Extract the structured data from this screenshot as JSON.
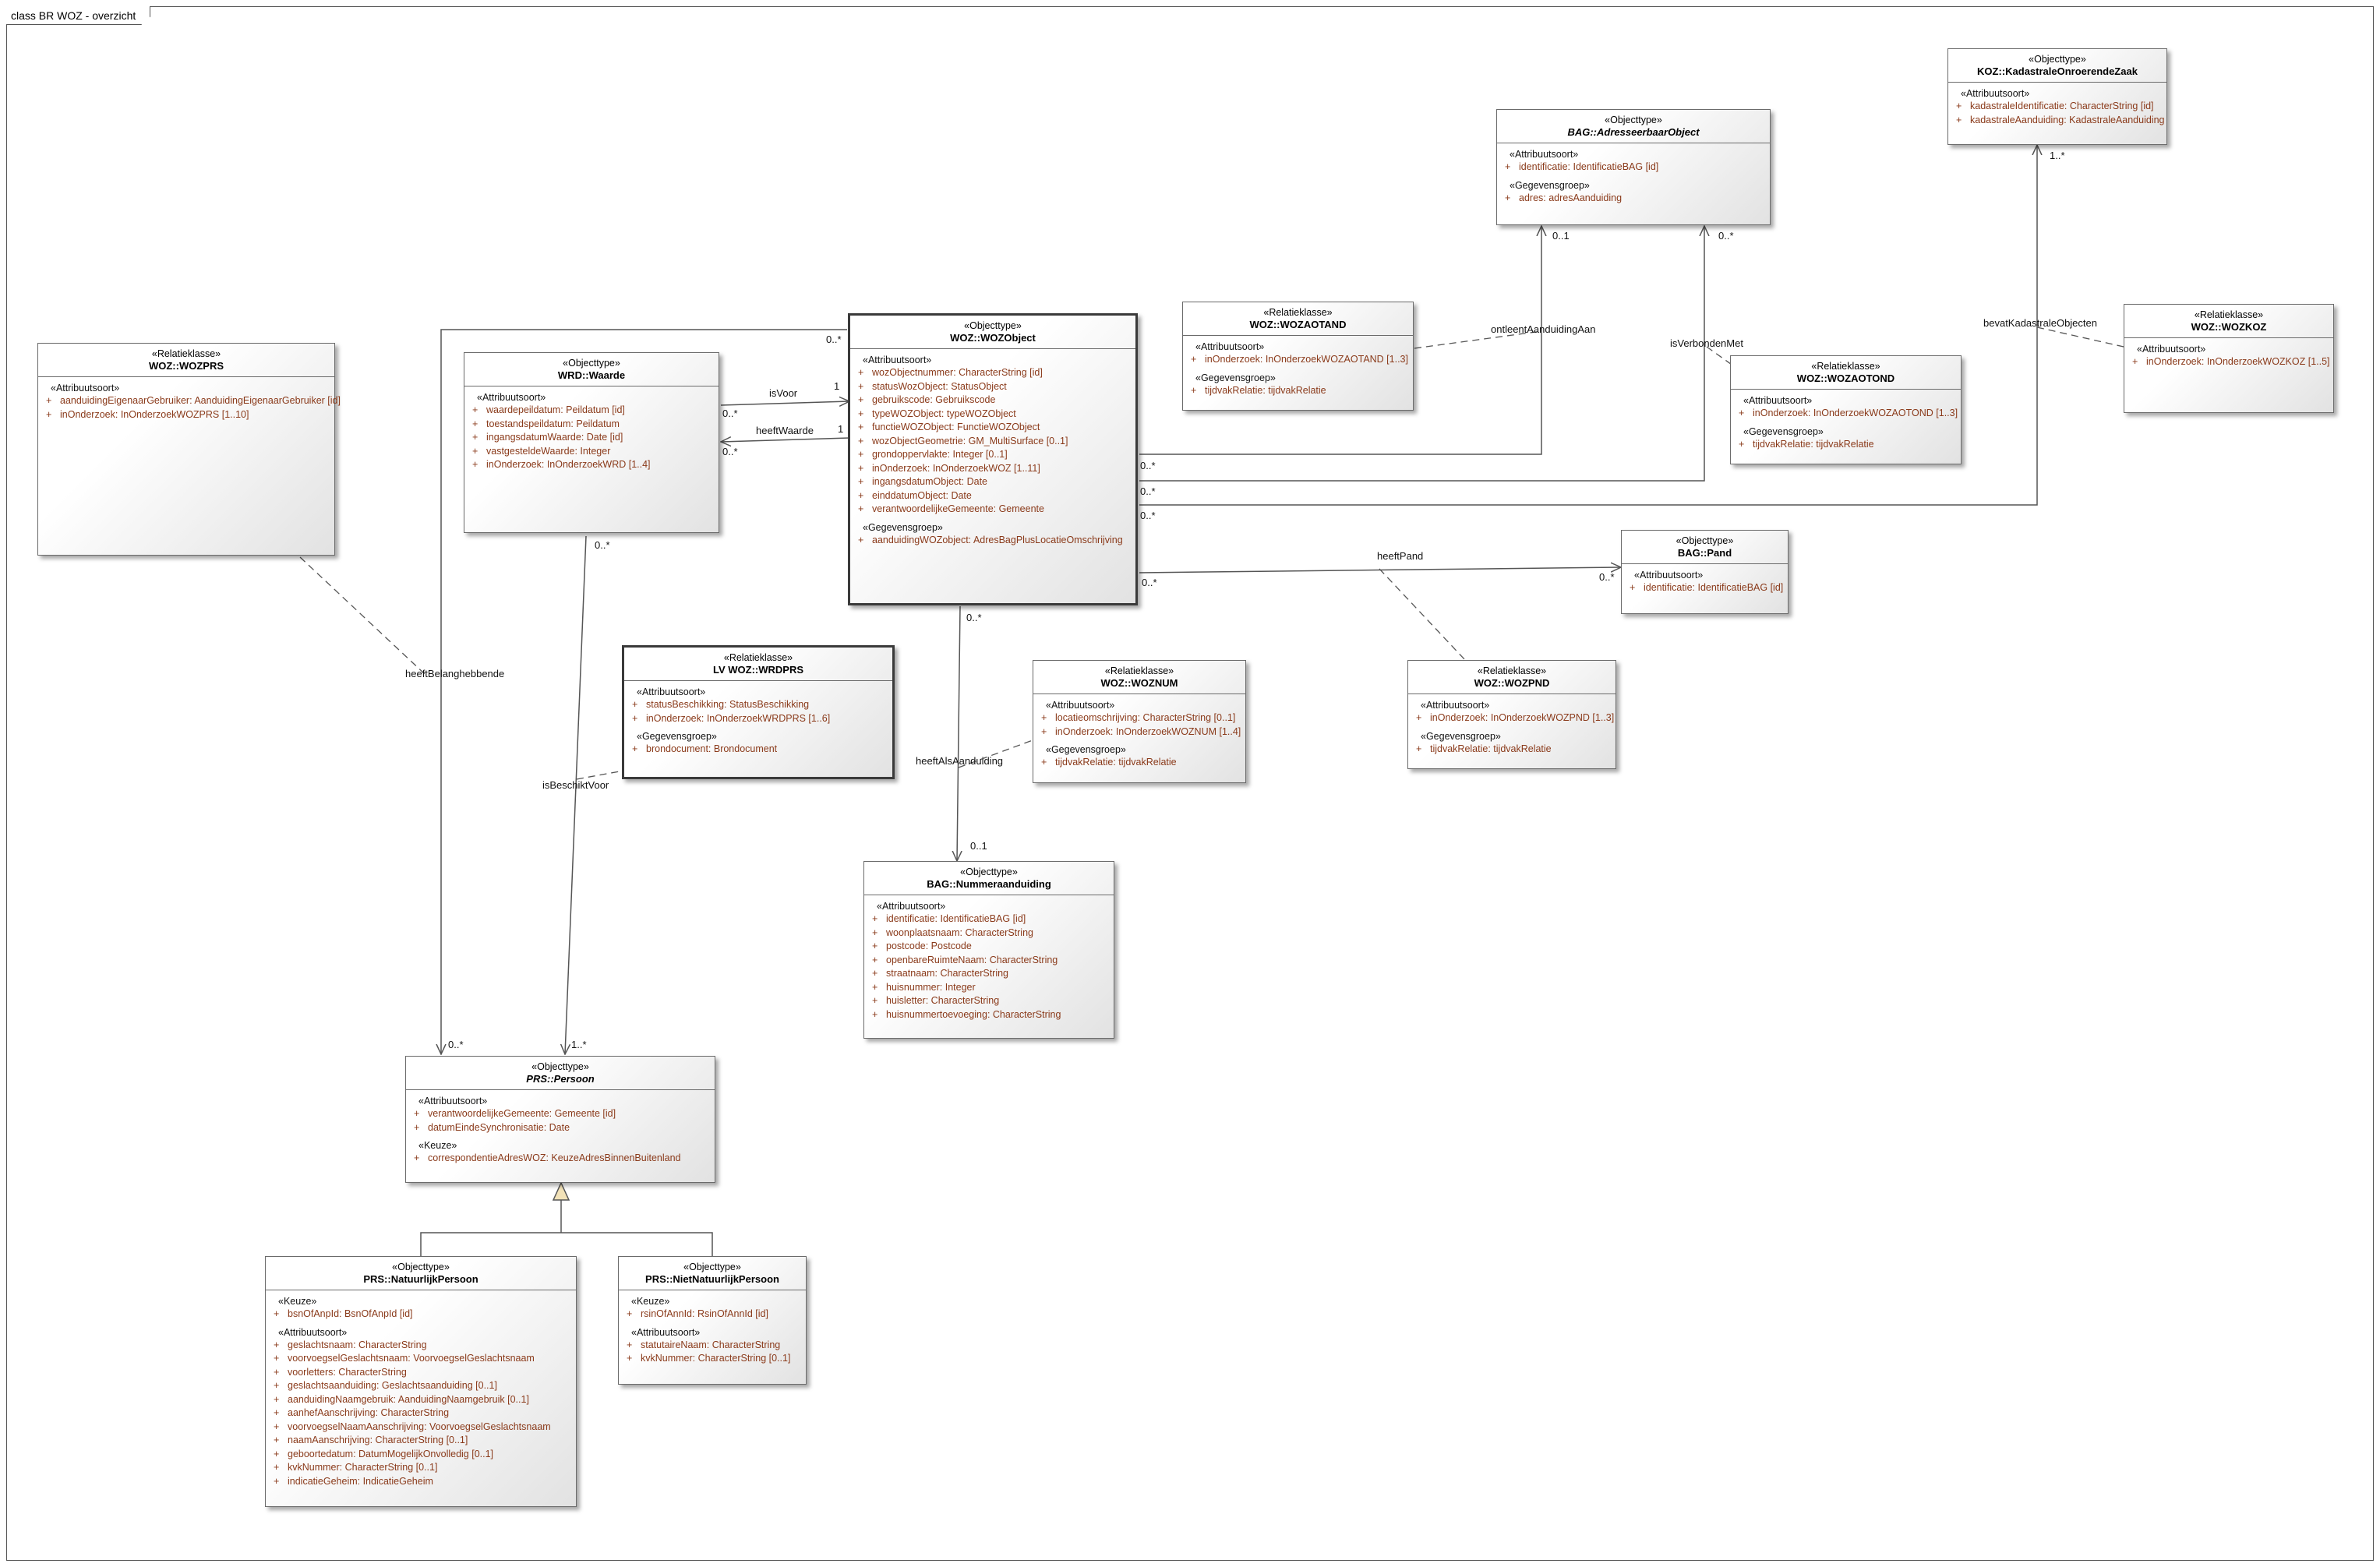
{
  "frame_title": "class BR WOZ - overzicht",
  "classes": {
    "wozprs": {
      "stereo": "«Relatieklasse»",
      "name": "WOZ::WOZPRS",
      "sections": [
        {
          "title": "«Attribuutsoort»",
          "attrs": [
            "aanduidingEigenaarGebruiker: AanduidingEigenaarGebruiker [id]",
            "inOnderzoek: InOnderzoekWOZPRS [1..10]"
          ]
        }
      ]
    },
    "waarde": {
      "stereo": "«Objecttype»",
      "name": "WRD::Waarde",
      "sections": [
        {
          "title": "«Attribuutsoort»",
          "attrs": [
            "waardepeildatum: Peildatum [id]",
            "toestandspeildatum: Peildatum",
            "ingangsdatumWaarde: Date [id]",
            "vastgesteldeWaarde: Integer",
            "inOnderzoek: InOnderzoekWRD [1..4]"
          ]
        }
      ]
    },
    "wozobject": {
      "stereo": "«Objecttype»",
      "name": "WOZ::WOZObject",
      "sections": [
        {
          "title": "«Attribuutsoort»",
          "attrs": [
            "wozObjectnummer: CharacterString [id]",
            "statusWozObject: StatusObject",
            "gebruikscode: Gebruikscode",
            "typeWOZObject: typeWOZObject",
            "functieWOZObject: FunctieWOZObject",
            "wozObjectGeometrie: GM_MultiSurface [0..1]",
            "grondoppervlakte: Integer [0..1]",
            "inOnderzoek: InOnderzoekWOZ [1..11]",
            "ingangsdatumObject: Date",
            "einddatumObject: Date",
            "verantwoordelijkeGemeente: Gemeente"
          ]
        },
        {
          "title": "«Gegevensgroep»",
          "attrs": [
            "aanduidingWOZobject: AdresBagPlusLocatieOmschrijving"
          ]
        }
      ]
    },
    "wozaotand": {
      "stereo": "«Relatieklasse»",
      "name": "WOZ::WOZAOTAND",
      "sections": [
        {
          "title": "«Attribuutsoort»",
          "attrs": [
            "inOnderzoek: InOnderzoekWOZAOTAND [1..3]"
          ]
        },
        {
          "title": "«Gegevensgroep»",
          "attrs": [
            "tijdvakRelatie: tijdvakRelatie"
          ]
        }
      ]
    },
    "adresseerbaar": {
      "stereo": "«Objecttype»",
      "name": "BAG::AdresseerbaarObject",
      "italic": true,
      "sections": [
        {
          "title": "«Attribuutsoort»",
          "attrs": [
            "identificatie: IdentificatieBAG [id]"
          ]
        },
        {
          "title": "«Gegevensgroep»",
          "attrs": [
            "adres: adresAanduiding"
          ]
        }
      ]
    },
    "kadastraal": {
      "stereo": "«Objecttype»",
      "name": "KOZ::KadastraleOnroerendeZaak",
      "sections": [
        {
          "title": "«Attribuutsoort»",
          "attrs": [
            "kadastraleIdentificatie: CharacterString [id]",
            "kadastraleAanduiding: KadastraleAanduiding"
          ]
        }
      ]
    },
    "wozaotond": {
      "stereo": "«Relatieklasse»",
      "name": "WOZ::WOZAOTOND",
      "sections": [
        {
          "title": "«Attribuutsoort»",
          "attrs": [
            "inOnderzoek: InOnderzoekWOZAOTOND [1..3]"
          ]
        },
        {
          "title": "«Gegevensgroep»",
          "attrs": [
            "tijdvakRelatie: tijdvakRelatie"
          ]
        }
      ]
    },
    "wozkoz": {
      "stereo": "«Relatieklasse»",
      "name": "WOZ::WOZKOZ",
      "sections": [
        {
          "title": "«Attribuutsoort»",
          "attrs": [
            "inOnderzoek: InOnderzoekWOZKOZ [1..5]"
          ]
        }
      ]
    },
    "pand": {
      "stereo": "«Objecttype»",
      "name": "BAG::Pand",
      "sections": [
        {
          "title": "«Attribuutsoort»",
          "attrs": [
            "identificatie: IdentificatieBAG [id]"
          ]
        }
      ]
    },
    "wrdprs": {
      "stereo": "«Relatieklasse»",
      "name": "LV WOZ::WRDPRS",
      "sections": [
        {
          "title": "«Attribuutsoort»",
          "attrs": [
            "statusBeschikking: StatusBeschikking",
            "inOnderzoek: InOnderzoekWRDPRS [1..6]"
          ]
        },
        {
          "title": "«Gegevensgroep»",
          "attrs": [
            "brondocument: Brondocument"
          ]
        }
      ]
    },
    "woznum": {
      "stereo": "«Relatieklasse»",
      "name": "WOZ::WOZNUM",
      "sections": [
        {
          "title": "«Attribuutsoort»",
          "attrs": [
            "locatieomschrijving: CharacterString [0..1]",
            "inOnderzoek: InOnderzoekWOZNUM [1..4]"
          ]
        },
        {
          "title": "«Gegevensgroep»",
          "attrs": [
            "tijdvakRelatie: tijdvakRelatie"
          ]
        }
      ]
    },
    "wozpnd": {
      "stereo": "«Relatieklasse»",
      "name": "WOZ::WOZPND",
      "sections": [
        {
          "title": "«Attribuutsoort»",
          "attrs": [
            "inOnderzoek: InOnderzoekWOZPND [1..3]"
          ]
        },
        {
          "title": "«Gegevensgroep»",
          "attrs": [
            "tijdvakRelatie: tijdvakRelatie"
          ]
        }
      ]
    },
    "nummeraanduiding": {
      "stereo": "«Objecttype»",
      "name": "BAG::Nummeraanduiding",
      "sections": [
        {
          "title": "«Attribuutsoort»",
          "attrs": [
            "identificatie: IdentificatieBAG [id]",
            "woonplaatsnaam: CharacterString",
            "postcode: Postcode",
            "openbareRuimteNaam: CharacterString",
            "straatnaam: CharacterString",
            "huisnummer: Integer",
            "huisletter: CharacterString",
            "huisnummertoevoeging: CharacterString"
          ]
        }
      ]
    },
    "persoon": {
      "stereo": "«Objecttype»",
      "name": "PRS::Persoon",
      "italic": true,
      "sections": [
        {
          "title": "«Attribuutsoort»",
          "attrs": [
            "verantwoordelijkeGemeente: Gemeente [id]",
            "datumEindeSynchronisatie: Date"
          ]
        },
        {
          "title": "«Keuze»",
          "attrs": [
            "correspondentieAdresWOZ: KeuzeAdresBinnenBuitenland"
          ]
        }
      ]
    },
    "natuurlijk": {
      "stereo": "«Objecttype»",
      "name": "PRS::NatuurlijkPersoon",
      "sections": [
        {
          "title": "«Keuze»",
          "attrs": [
            "bsnOfAnpId: BsnOfAnpId [id]"
          ]
        },
        {
          "title": "«Attribuutsoort»",
          "attrs": [
            "geslachtsnaam: CharacterString",
            "voorvoegselGeslachtsnaam: VoorvoegselGeslachtsnaam",
            "voorletters: CharacterString",
            "geslachtsaanduiding: Geslachtsaanduiding [0..1]",
            "aanduidingNaamgebruik: AanduidingNaamgebruik [0..1]",
            "aanhefAanschrijving: CharacterString",
            "voorvoegselNaamAanschrijving: VoorvoegselGeslachtsnaam",
            "naamAanschrijving: CharacterString [0..1]",
            "geboortedatum: DatumMogelijkOnvolledig [0..1]",
            "kvkNummer: CharacterString [0..1]",
            "indicatieGeheim: IndicatieGeheim"
          ]
        }
      ]
    },
    "nietnatuurlijk": {
      "stereo": "«Objecttype»",
      "name": "PRS::NietNatuurlijkPersoon",
      "sections": [
        {
          "title": "«Keuze»",
          "attrs": [
            "rsinOfAnnId: RsinOfAnnId [id]"
          ]
        },
        {
          "title": "«Attribuutsoort»",
          "attrs": [
            "statutaireNaam: CharacterString",
            "kvkNummer: CharacterString [0..1]"
          ]
        }
      ]
    }
  },
  "labels": {
    "isVoor": "isVoor",
    "heeftWaarde": "heeftWaarde",
    "ontleentAanduidingAan": "ontleentAanduidingAan",
    "isVerbondenMet": "isVerbondenMet",
    "bevatKadastraleObjecten": "bevatKadastraleObjecten",
    "heeftPand": "heeftPand",
    "heeftBelanghebbende": "heeftBelanghebbende",
    "isBeschiktVoor": "isBeschiktVoor",
    "heeftAlsAanduiding": "heeftAlsAanduiding"
  },
  "multiplicities": {
    "m1": "0..*",
    "m2": "1",
    "m3": "0..*",
    "m4": "1",
    "m5": "0..*",
    "m6": "0..1",
    "m7": "0..*",
    "m8": "0..*",
    "m9": "1..*",
    "m10": "0..*",
    "m11": "0..*",
    "m12": "0..*",
    "m13": "0..*",
    "m14": "0..*",
    "m15": "0..1",
    "m16": "0..*",
    "m17": "0..*",
    "m18": "1..*"
  },
  "colors": {
    "attr": "#8a3a1a",
    "line": "#555555"
  }
}
